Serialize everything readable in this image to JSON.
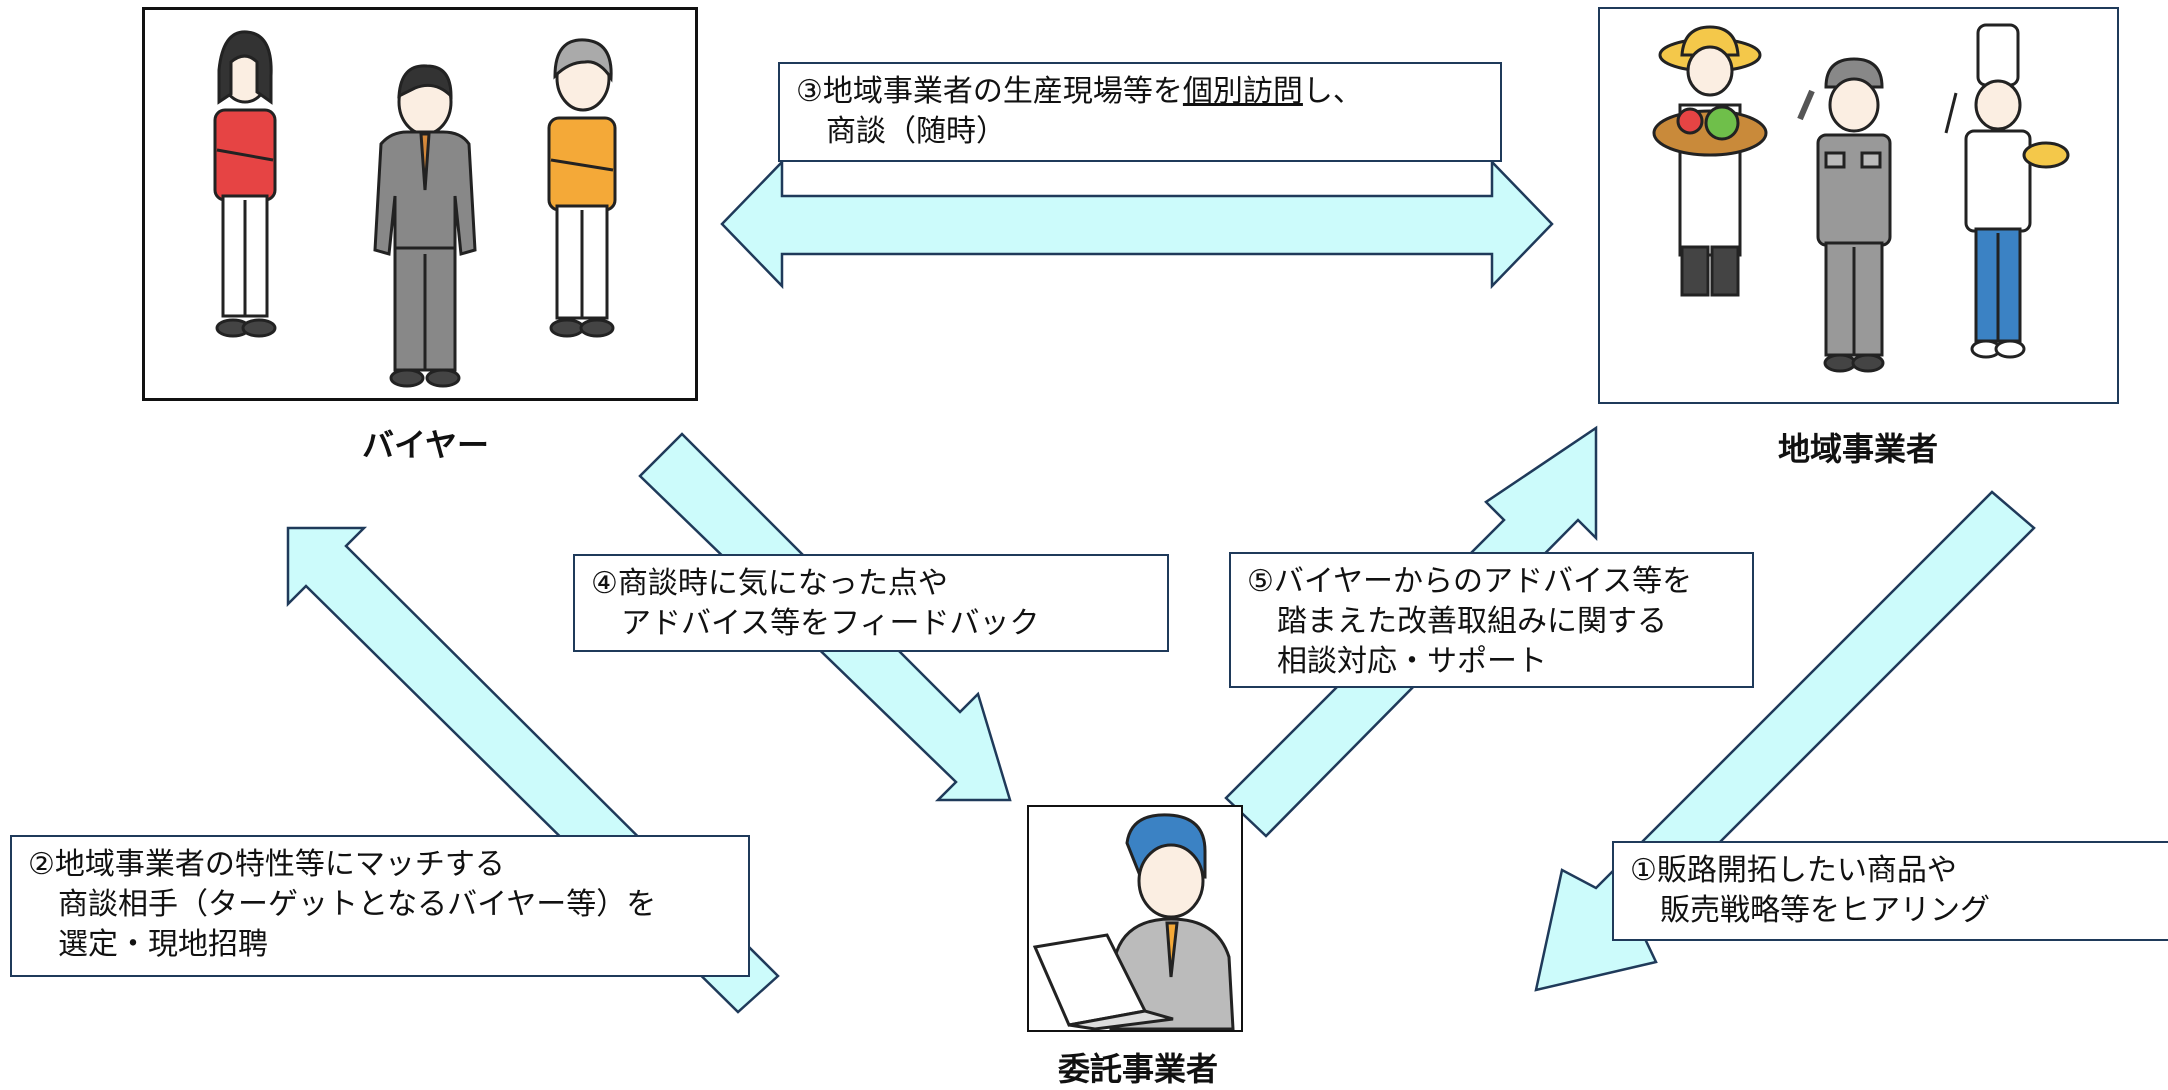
{
  "actors": {
    "buyer": "バイヤー",
    "local": "地域事業者",
    "contractor": "委託事業者"
  },
  "steps": {
    "s1": {
      "line1": "①販路開拓したい商品や",
      "line2": "販売戦略等をヒアリング"
    },
    "s2": {
      "line1": "②地域事業者の特性等にマッチする",
      "line2": "商談相手（ターゲットとなるバイヤー等）を",
      "line3": "選定・現地招聘"
    },
    "s3": {
      "pre": "③地域事業者の生産現場等を",
      "underlined": "個別訪問",
      "post": "し、",
      "line2": "商談（随時）"
    },
    "s4": {
      "line1": "④商談時に気になった点や",
      "line2": "アドバイス等をフィードバック"
    },
    "s5": {
      "line1": "⑤バイヤーからのアドバイス等を",
      "line2": "踏まえた改善取組みに関する",
      "line3": "相談対応・サポート"
    }
  },
  "colors": {
    "arrow_fill": "#ccfbfb",
    "arrow_stroke": "#1f3a5a",
    "frame_stroke": "#1f3a5a"
  },
  "icons": [
    "woman-red-jacket-icon",
    "man-gray-suit-icon",
    "elder-orange-jacket-icon",
    "farmer-icon",
    "mechanic-icon",
    "chef-icon",
    "laptop-worker-icon"
  ]
}
